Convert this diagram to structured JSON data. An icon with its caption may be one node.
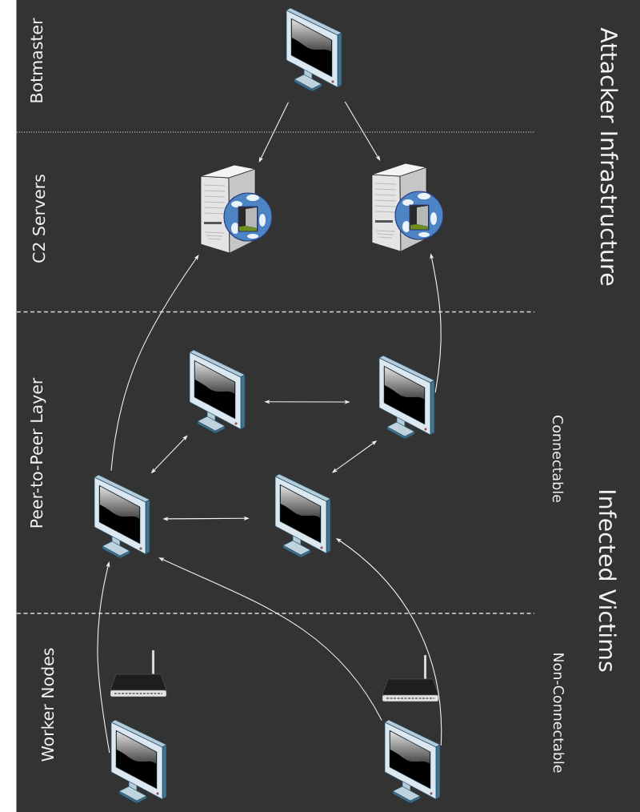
{
  "diagram": {
    "nodes": [
      {
        "text": [],
        "shape": "picture"
      },
      {
        "text": [],
        "shape": "picture"
      },
      {
        "text": [],
        "shape": "picture"
      },
      {
        "text": [],
        "shape": "picture"
      },
      {
        "text": [],
        "shape": "picture"
      },
      {
        "text": [],
        "shape": "picture"
      },
      {
        "text": [],
        "shape": "picture"
      },
      {
        "text": [],
        "shape": "picture"
      },
      {
        "text": [],
        "shape": "picture"
      }
    ],
    "edges": [
      {
        "from": 0,
        "to": 1,
        "arrow": "to"
      },
      {
        "from": 0,
        "to": 2,
        "arrow": "to"
      },
      {
        "from": 5,
        "to": 1,
        "arrow": "to"
      },
      {
        "from": 4,
        "to": 2,
        "arrow": "to"
      },
      {
        "from": 3,
        "to": 4,
        "arrow": "both"
      },
      {
        "from": 5,
        "to": 3,
        "arrow": "both"
      },
      {
        "from": 6,
        "to": 4,
        "arrow": "both"
      },
      {
        "from": 5,
        "to": 6,
        "arrow": "both"
      },
      {
        "from": 7,
        "to": 5,
        "arrow": "to"
      },
      {
        "from": 8,
        "to": 5,
        "arrow": "to"
      },
      {
        "from": 8,
        "to": 6,
        "arrow": "to"
      }
    ],
    "labels": [
      "Botmaster",
      "C2 Servers",
      "Peer-to-Peer Layer",
      "Worker Nodes",
      "Attacker Infrastructure",
      "Infected Victims",
      "Connectable",
      "Non-Connectable"
    ]
  }
}
